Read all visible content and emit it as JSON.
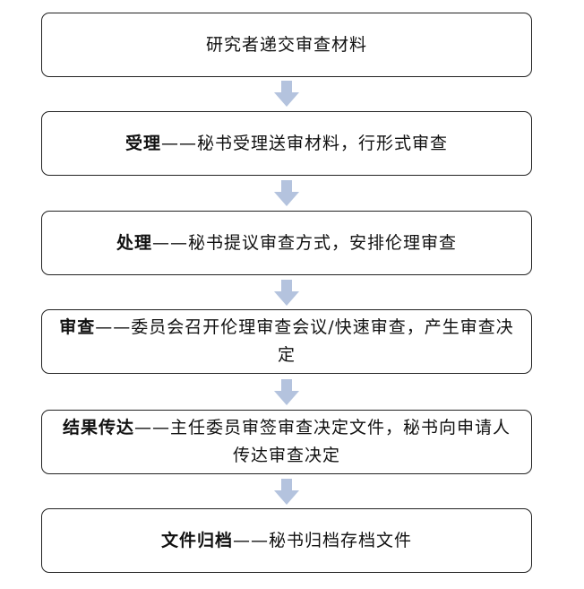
{
  "steps": [
    {
      "title": "研究者递交审查材料",
      "desc": ""
    },
    {
      "title": "受理",
      "desc": "——秘书受理送审材料，行形式审查"
    },
    {
      "title": "处理",
      "desc": "——秘书提议审查方式，安排伦理审查"
    },
    {
      "title": "审查",
      "desc": "——委员会召开伦理审查会议/快速审查，产生审查决定"
    },
    {
      "title": "结果传达",
      "desc": "——主任委员审签审查决定文件，秘书向申请人传达审查决定"
    },
    {
      "title": "文件归档",
      "desc": "——秘书归档存档文件"
    }
  ],
  "colors": {
    "arrow": "#b4c3de",
    "border": "#222222"
  }
}
